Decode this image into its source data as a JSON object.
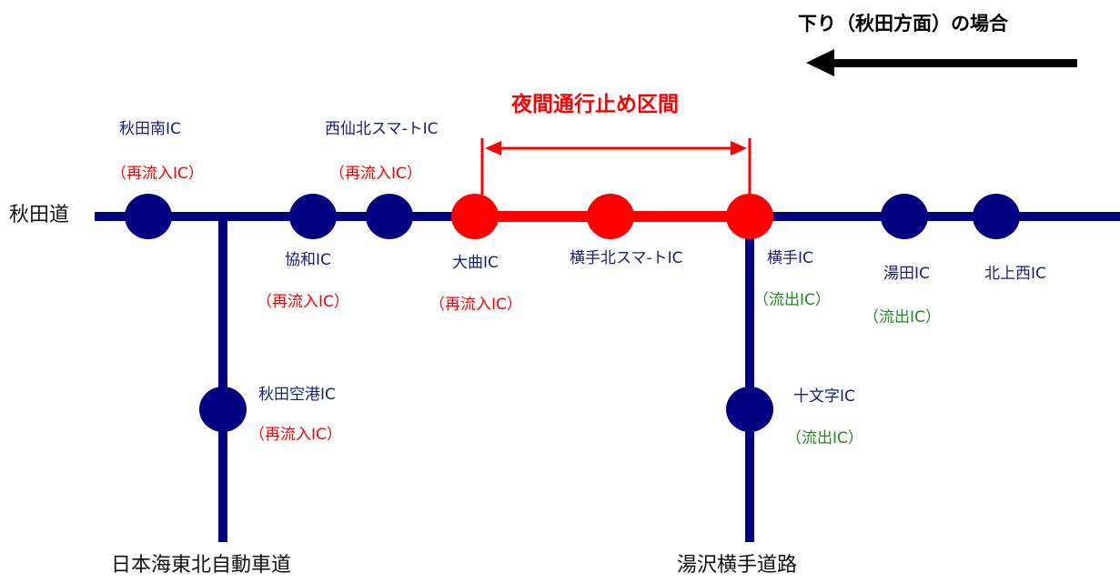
{
  "colors": {
    "road": "#000080",
    "closed_section": "#ff0000",
    "ic_name": "#1a1a7a",
    "reentry_note": "#ff0000",
    "exit_note": "#1f8a1f"
  },
  "direction": {
    "title": "下り（秋田方面）の場合",
    "arrow_icon": "left-arrow-icon"
  },
  "closure": {
    "title": "夜間通行止め区間"
  },
  "roads": {
    "akita_expressway": "秋田道",
    "nihonkai_tohoku": "日本海東北自動車道",
    "yuzawa_yokote": "湯沢横手道路"
  },
  "interchanges": [
    {
      "name": "秋田南IC",
      "note": "（再流入IC）"
    },
    {
      "name": "西仙北スマ-トIC",
      "note": "（再流入IC）"
    },
    {
      "name": "協和IC",
      "note": "（再流入IC）"
    },
    {
      "name": "大曲IC",
      "note": "（再流入IC）"
    },
    {
      "name": "横手北スマ-トIC"
    },
    {
      "name": "横手IC",
      "note": "（流出IC）"
    },
    {
      "name": "湯田IC",
      "note": "（流出IC）"
    },
    {
      "name": "北上西IC"
    },
    {
      "name": "秋田空港IC",
      "note": "（再流入IC）"
    },
    {
      "name": "十文字IC",
      "note": "（流出IC）"
    }
  ]
}
